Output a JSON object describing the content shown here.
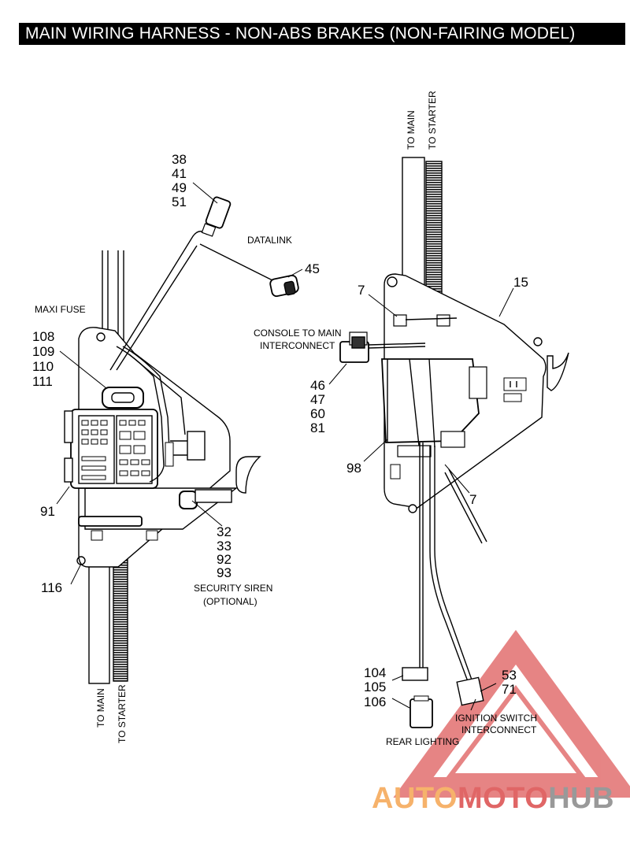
{
  "title": "MAIN WIRING HARNESS - NON-ABS BRAKES (NON-FAIRING MODEL)",
  "left": {
    "callouts": {
      "group_38": [
        "38",
        "41",
        "49",
        "51"
      ],
      "group_108": [
        "108",
        "109",
        "110",
        "111"
      ],
      "c45": "45",
      "c91": "91",
      "group_32": [
        "32",
        "33",
        "92",
        "93"
      ],
      "c116": "116"
    },
    "labels": {
      "datalink": "DATALINK",
      "maxi_fuse": "MAXI FUSE",
      "security_siren": "SECURITY SIREN",
      "optional": "(OPTIONAL)",
      "to_main": "TO MAIN",
      "to_starter": "TO STARTER"
    }
  },
  "right": {
    "callouts": {
      "c7_top": "7",
      "c15": "15",
      "group_46": [
        "46",
        "47",
        "60",
        "81"
      ],
      "c98": "98",
      "c7_bottom": "7",
      "group_104": [
        "104",
        "105",
        "106"
      ],
      "group_53": [
        "53",
        "71"
      ]
    },
    "labels": {
      "to_main": "TO MAIN",
      "to_starter": "TO STARTER",
      "console_line1": "CONSOLE TO MAIN",
      "console_line2": "INTERCONNECT",
      "rear_lighting": "REAR LIGHTING",
      "ignition_line1": "IGNITION SWITCH",
      "ignition_line2": "INTERCONNECT"
    }
  },
  "watermark": {
    "part1": "AUTO",
    "part2": "MOTO",
    "part3": "HUB",
    "colors": {
      "orange": "#f6b26b",
      "red": "#e06666",
      "gray": "#999999",
      "triangle": "#e06666"
    }
  }
}
